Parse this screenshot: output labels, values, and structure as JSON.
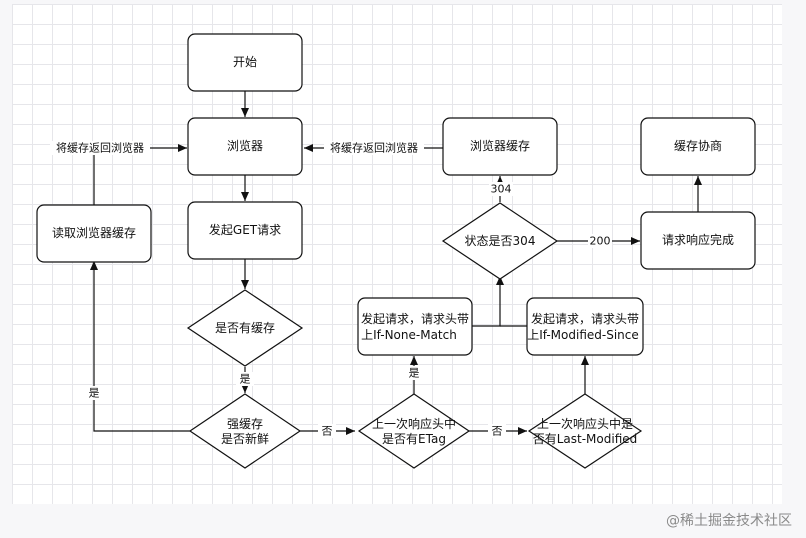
{
  "nodes": {
    "start": "开始",
    "browser": "浏览器",
    "send_get": "发起GET请求",
    "has_cache": "是否有缓存",
    "strong_cache_l1": "强缓存",
    "strong_cache_l2": "是否新鲜",
    "read_cache": "读取浏览器缓存",
    "etag_l1": "上一次响应头中",
    "etag_l2": "是否有ETag",
    "lastmod_l1": "上一次响应头中是",
    "lastmod_l2": "否有Last-Modified",
    "req_inm_l1": "发起请求，请求头带",
    "req_inm_l2": "上If-None-Match",
    "req_ims_l1": "发起请求，请求头带",
    "req_ims_l2": "上If-Modified-Since",
    "status_304": "状态是否304",
    "browser_cache": "浏览器缓存",
    "negotiate": "缓存协商",
    "req_complete": "请求响应完成"
  },
  "edges": {
    "return_to_browser_left": "将缓存返回浏览器",
    "return_to_browser_right": "将缓存返回浏览器",
    "yes_has_cache": "是",
    "yes_fresh": "是",
    "no_fresh": "否",
    "yes_etag": "是",
    "no_etag": "否",
    "code_304": "304",
    "code_200": "200"
  },
  "watermark": "@稀土掘金技术社区",
  "colors": {
    "stroke": "#111111",
    "fill": "#ffffff",
    "grid": "#e6e6ea"
  }
}
